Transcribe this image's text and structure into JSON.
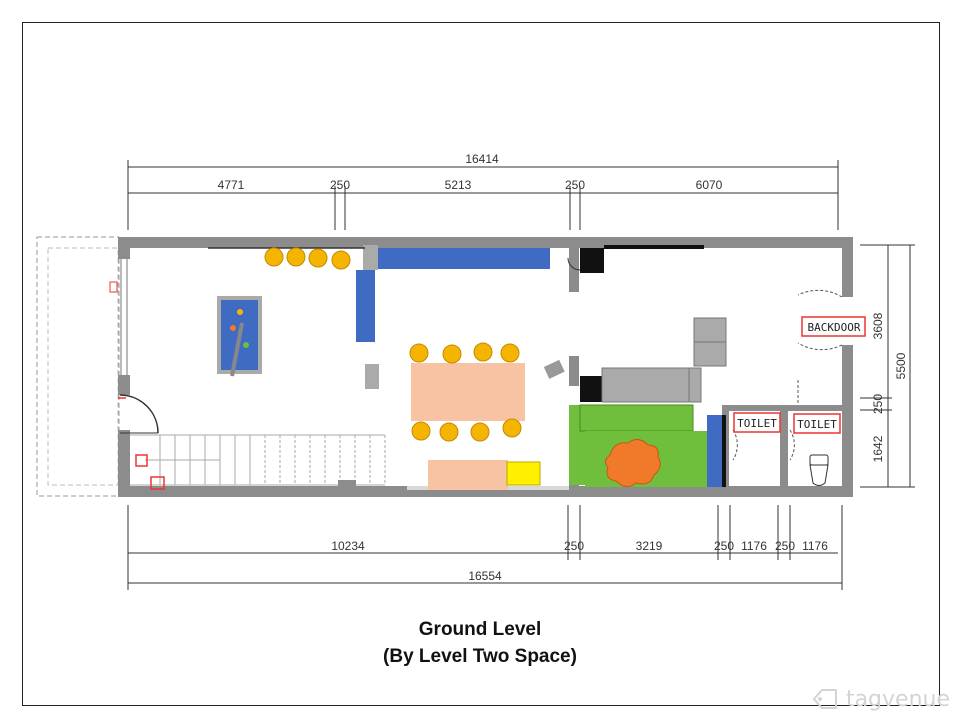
{
  "plan": {
    "top_dimensions": {
      "overall": "16414",
      "segments": [
        "4771",
        "250",
        "5213",
        "250",
        "6070"
      ]
    },
    "bottom_dimensions": {
      "overall": "16554",
      "segments": [
        "10234",
        "250",
        "3219",
        "250",
        "1176",
        "250",
        "1176"
      ]
    },
    "right_dimensions": {
      "overall": "5500",
      "segments": [
        "3608",
        "250",
        "1642"
      ]
    },
    "room_labels": {
      "backdoor": "BACKDOOR",
      "toilet_1": "TOILET",
      "toilet_2": "TOILET"
    },
    "colors": {
      "wall": "#8c8c8c",
      "sofa_blue": "#3f6cc2",
      "stool_yellow": "#f5b400",
      "table_peach": "#f7c3a3",
      "sofa_green": "#6fbf3c",
      "rug_orange": "#f07a2a",
      "highlight_yellow": "#ffef00",
      "pool_table": "#3f6cc2",
      "label_red": "#e33"
    }
  },
  "caption": {
    "line1": "Ground Level",
    "line2": "(By Level Two Space)"
  },
  "watermark": {
    "text": "tagvenue"
  }
}
